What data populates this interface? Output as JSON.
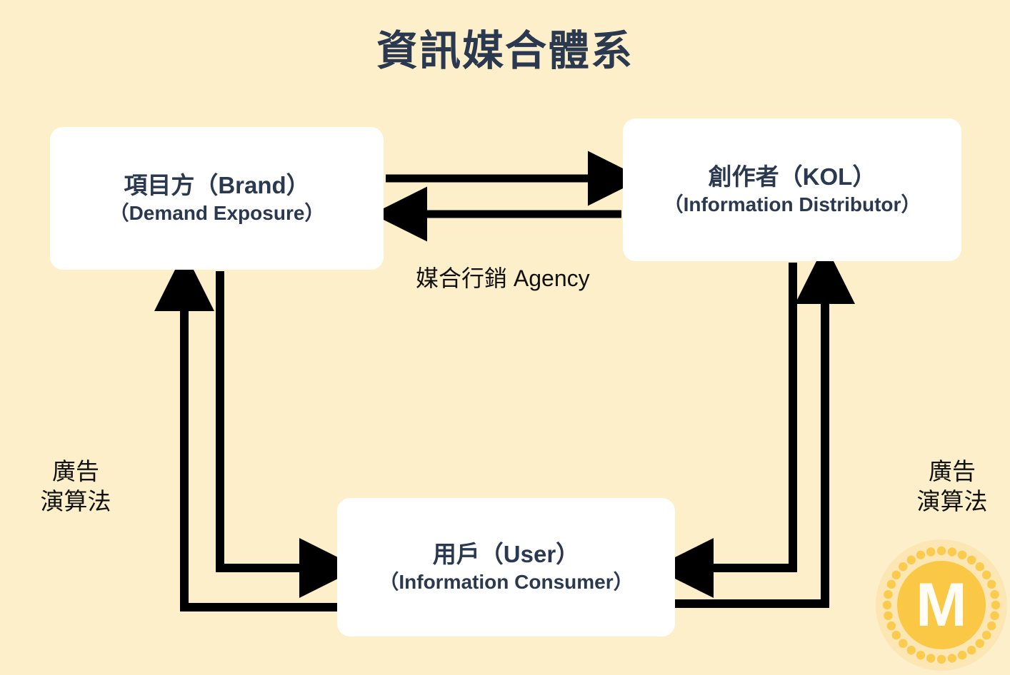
{
  "page": {
    "title": "資訊媒合體系",
    "background_color": "#FDEFCA",
    "title_color": "#2A3950",
    "arrow_color": "#000000"
  },
  "nodes": [
    {
      "id": "brand",
      "line1": "項目方（Brand）",
      "line2": "（Demand Exposure）",
      "box_color": "#FFFFFF",
      "text_color": "#2A3950"
    },
    {
      "id": "kol",
      "line1": "創作者（KOL）",
      "line2": "（Information Distributor）",
      "box_color": "#FFFFFF",
      "text_color": "#2A3950"
    },
    {
      "id": "user",
      "line1": "用戶（User）",
      "line2": "（Information Consumer）",
      "box_color": "#FFFFFF",
      "text_color": "#2A3950"
    }
  ],
  "labels": {
    "agency": "媒合行銷 Agency",
    "ads_left_line1": "廣告",
    "ads_left_line2": "演算法",
    "ads_right_line1": "廣告",
    "ads_right_line2": "演算法"
  },
  "logo": {
    "letter": "M",
    "disc_color": "#FBC846",
    "dot_color": "#FBCB4E",
    "halo_color": "#FBE6B4",
    "letter_color": "#FFFDF5"
  },
  "connections": [
    {
      "name": "brand-to-kol",
      "from": "brand",
      "to": "kol",
      "direction": "right"
    },
    {
      "name": "kol-to-brand",
      "from": "kol",
      "to": "brand",
      "direction": "left"
    },
    {
      "name": "user-to-brand",
      "from": "user",
      "to": "brand",
      "direction": "up"
    },
    {
      "name": "brand-to-user",
      "from": "brand",
      "to": "user",
      "direction": "right"
    },
    {
      "name": "kol-to-user",
      "from": "kol",
      "to": "user",
      "direction": "left"
    },
    {
      "name": "user-to-kol",
      "from": "user",
      "to": "kol",
      "direction": "up"
    }
  ]
}
